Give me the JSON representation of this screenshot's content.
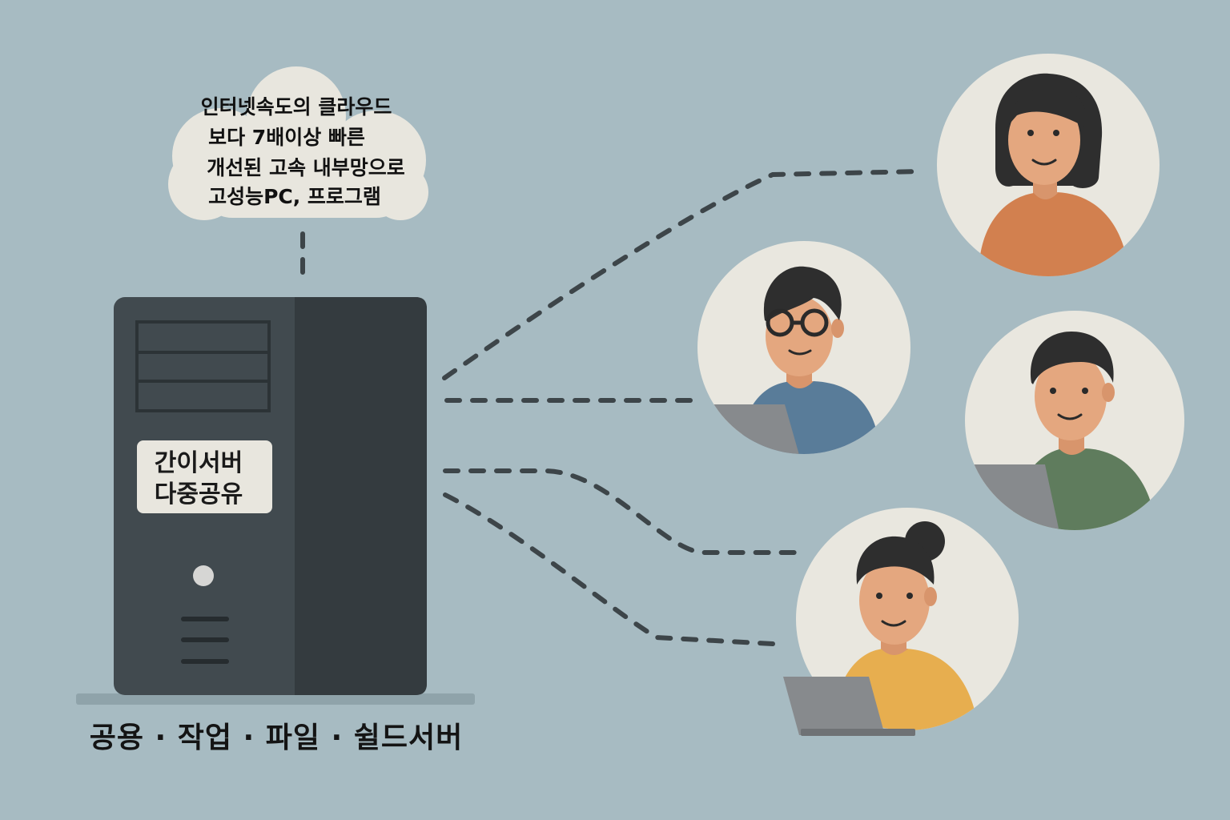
{
  "cloud": {
    "lines": [
      "인터넷속도의 클라우드",
      "보다 7배이상 빠른",
      "개선된 고속 내부망으로",
      "고성능PC, 프로그램"
    ]
  },
  "server": {
    "label_lines": [
      "간이서버",
      "다중공유"
    ]
  },
  "caption": "공용 · 작업 · 파일 · 쉴드서버",
  "colors": {
    "background": "#a7bbc2",
    "server_body": "#414a4f",
    "server_side": "#343b3f",
    "connection_line": "#3d4549",
    "avatar_background": "#e9e7df",
    "shirt_orange": "#d2804f",
    "shirt_blue": "#597c99",
    "shirt_green": "#5f7c5d",
    "shirt_yellow": "#e7ae4f"
  },
  "users": [
    {
      "role": "woman-orange-shirt",
      "icon": "person-icon"
    },
    {
      "role": "man-glasses-blue-shirt-laptop",
      "icon": "person-icon"
    },
    {
      "role": "man-green-shirt-laptop",
      "icon": "person-icon"
    },
    {
      "role": "woman-bun-yellow-shirt-laptop",
      "icon": "person-icon"
    }
  ]
}
